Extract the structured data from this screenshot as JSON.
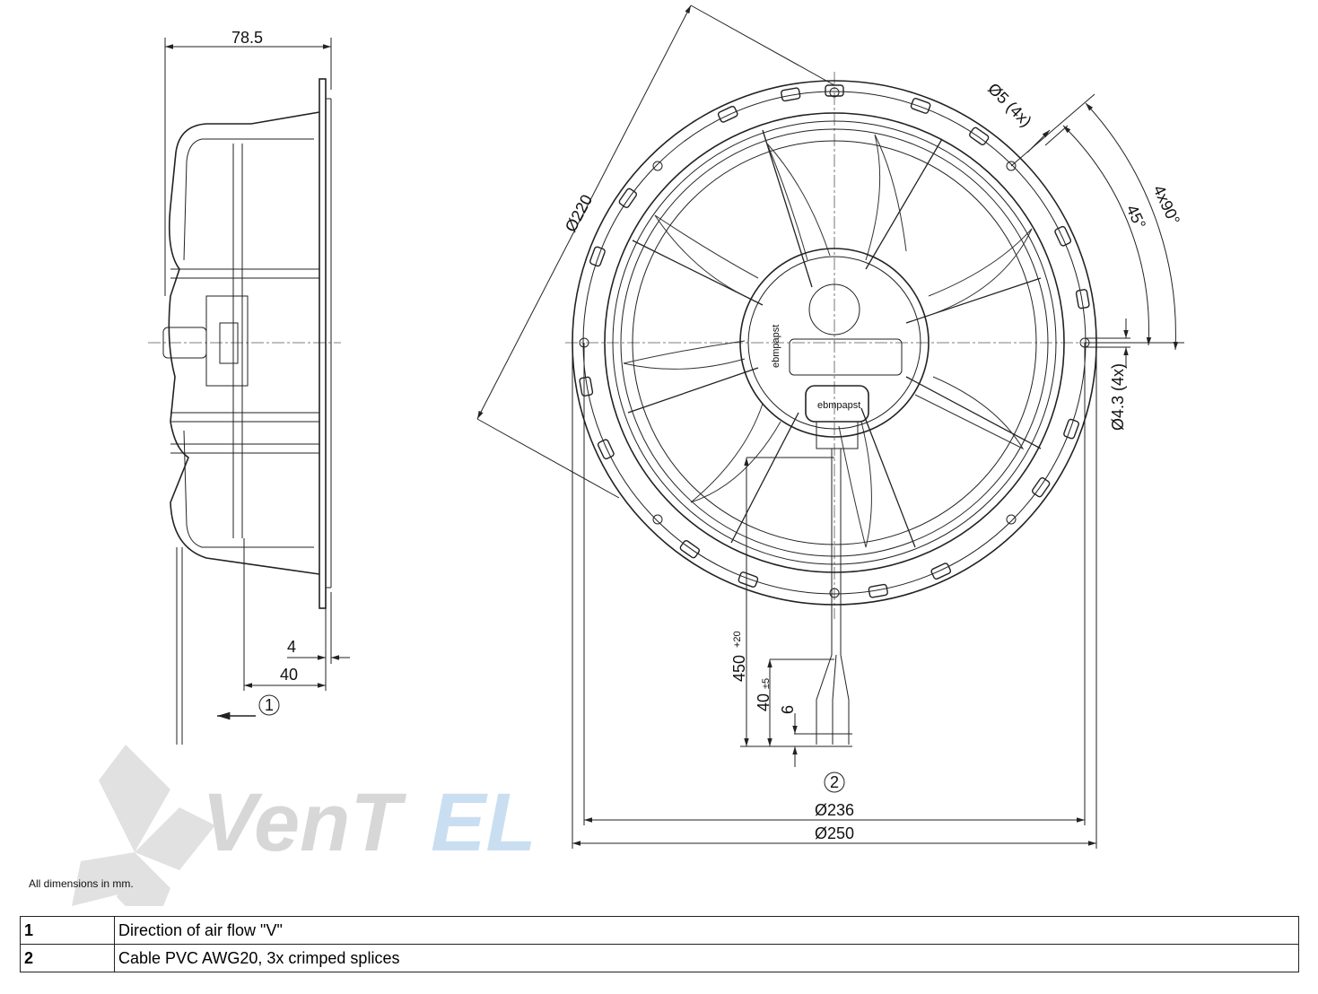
{
  "dimensions": {
    "depth": "78.5",
    "dim_4": "4",
    "dim_40": "40",
    "dia_220": "Ø220",
    "hole_5": "Ø5 (4x)",
    "angle_4x90": "4x90°",
    "angle_45": "45°",
    "hole_4_3": "Ø4.3 (4x)",
    "cable_450": "450",
    "cable_450_tol": "+20",
    "cable_40": "40",
    "cable_40_tol": "±5",
    "cable_6": "6",
    "dia_236": "Ø236",
    "dia_250": "Ø250"
  },
  "callouts": {
    "c1": "1",
    "c2": "2"
  },
  "logo": {
    "watermark_text": "VentEL",
    "brand_hub": "ebmpapst"
  },
  "note": "All dimensions in mm.",
  "legend": [
    {
      "num": "1",
      "text": "Direction of air flow \"V\""
    },
    {
      "num": "2",
      "text": "Cable PVC AWG20, 3x crimped splices"
    }
  ],
  "colors": {
    "line": "#222222",
    "watermark_grey": "#b8b8b8",
    "watermark_blue": "#9fc4e6"
  }
}
